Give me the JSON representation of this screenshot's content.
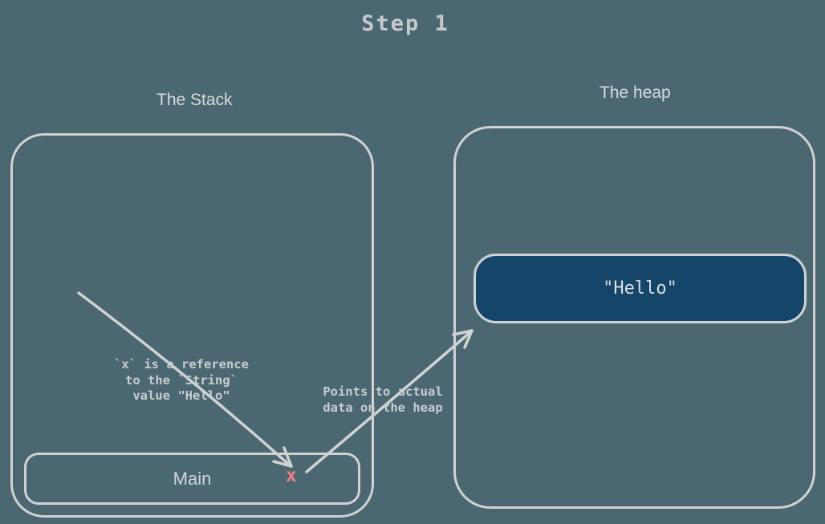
{
  "title": "Step 1",
  "stack": {
    "label": "The Stack",
    "frame": {
      "label": "Main",
      "variable": "x"
    }
  },
  "heap": {
    "label": "The heap",
    "value": "\"Hello\""
  },
  "annotations": {
    "reference_note": {
      "lines": [
        "`x` is a reference",
        "to the `String`",
        "value \"Hello\""
      ]
    },
    "heap_note": {
      "lines": [
        "Points to actual",
        "data on the heap"
      ]
    }
  },
  "icons": {
    "reference_arrow": "arrow-down-right",
    "heap_pointer_arrow": "arrow-up-right"
  },
  "colors": {
    "background": "#4b6771",
    "stroke": "#d2d2d2",
    "title_text": "#c6c9cb",
    "label_text": "#d8dcde",
    "note_text": "#c9cdd0",
    "heap_value_fill": "#16456a",
    "heap_value_text": "#d8dee2",
    "variable_x": "#ef7e80"
  }
}
